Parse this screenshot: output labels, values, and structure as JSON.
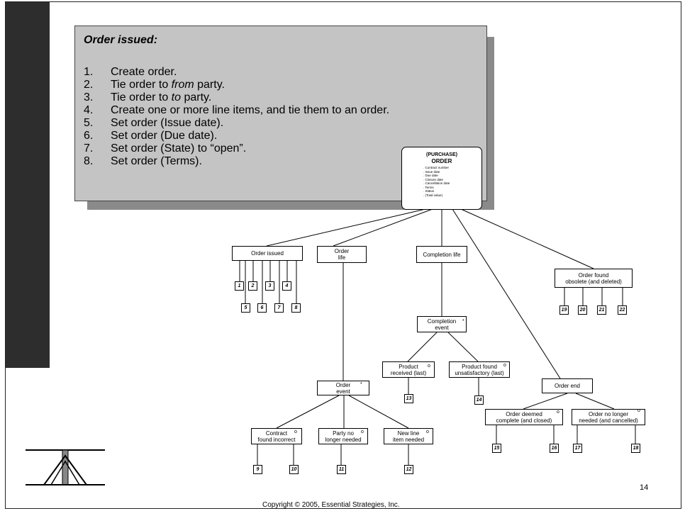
{
  "callout": {
    "title": "Order issued:",
    "steps": [
      {
        "num": "1.",
        "pre": "Create order.",
        "em": "",
        "post": ""
      },
      {
        "num": "2.",
        "pre": "Tie order to ",
        "em": "from",
        "post": " party."
      },
      {
        "num": "3.",
        "pre": "Tie order to ",
        "em": "to",
        "post": " party."
      },
      {
        "num": "4.",
        "pre": "Create one or more line items, and tie them to an order.",
        "em": "",
        "post": ""
      },
      {
        "num": "5.",
        "pre": "Set order (Issue date).",
        "em": "",
        "post": ""
      },
      {
        "num": "6.",
        "pre": "Set order (Due date).",
        "em": "",
        "post": ""
      },
      {
        "num": "7.",
        "pre": "Set order (State) to “open”.",
        "em": "",
        "post": ""
      },
      {
        "num": "8.",
        "pre": "Set order (Terms).",
        "em": "",
        "post": ""
      }
    ]
  },
  "entity": {
    "line1": "(PURCHASE)",
    "line2": "ORDER",
    "attributes": [
      ". Contract number",
      ". Issue date",
      ". Due date",
      ". Closure date",
      ". Cancellation date",
      ". Terms",
      ". Status",
      ". (Total value)"
    ]
  },
  "nodes": {
    "order_issued": "Order issued",
    "order_life": "Order\nlife",
    "completion_life": "Completion life",
    "order_found_obsolete": "Order found\nobsolete (and deleted)",
    "completion_event": "Completion\nevent",
    "product_received": "Product\nreceived (last)",
    "product_unsatisfactory": "Product found\nunsatisfactory (last)",
    "order_event": "Order\nevent",
    "order_end": "Order end",
    "contract_incorrect": "Contract\nfound incorrect",
    "party_not_needed": "Party no\nlonger needed",
    "new_line_item": "New line\nitem needed",
    "order_complete": "Order deemed\ncomplete (and closed)",
    "order_not_needed": "Order no longer\nneeded (and cancelled)"
  },
  "markers": {
    "iteration": "*",
    "selection": "o"
  },
  "leaves": [
    "1",
    "2",
    "3",
    "4",
    "5",
    "6",
    "7",
    "8",
    "9",
    "10",
    "11",
    "12",
    "13",
    "14",
    "15",
    "16",
    "17",
    "18",
    "19",
    "20",
    "21",
    "22"
  ],
  "footer": {
    "page_number": "14",
    "copyright": "Copyright © 2005, Essential Strategies, Inc."
  }
}
